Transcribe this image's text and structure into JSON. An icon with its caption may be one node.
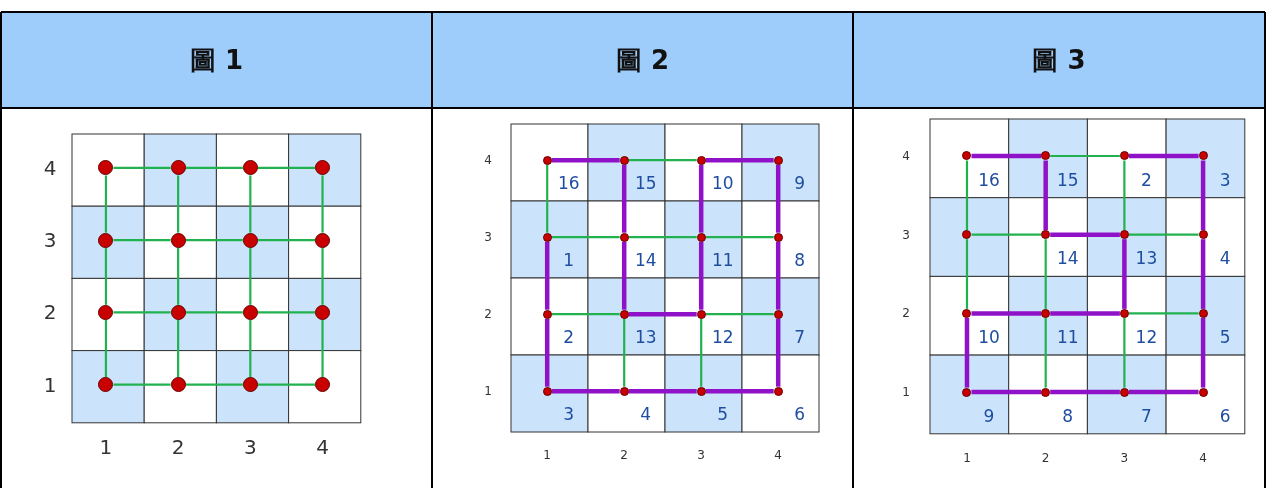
{
  "diagram": {
    "nodes": [
      {
        "text": [
          "圖 1"
        ]
      },
      {
        "text": [
          "圖 2"
        ]
      },
      {
        "text": [
          "圖 3"
        ]
      },
      {
        "text": [],
        "shape": "circle"
      },
      {
        "text": [],
        "shape": "circle"
      },
      {
        "text": [],
        "shape": "circle"
      },
      {
        "text": [],
        "shape": "circle"
      },
      {
        "text": [],
        "shape": "circle"
      },
      {
        "text": [],
        "shape": "circle"
      },
      {
        "text": [],
        "shape": "circle"
      },
      {
        "text": [],
        "shape": "circle"
      },
      {
        "text": [],
        "shape": "circle"
      },
      {
        "text": [],
        "shape": "circle"
      },
      {
        "text": [],
        "shape": "circle"
      },
      {
        "text": [],
        "shape": "circle"
      },
      {
        "text": [],
        "shape": "circle"
      },
      {
        "text": [],
        "shape": "circle"
      },
      {
        "text": [],
        "shape": "circle"
      },
      {
        "text": [],
        "shape": "circle"
      },
      {
        "text": [],
        "shape": "circle"
      },
      {
        "text": [],
        "shape": "circle"
      },
      {
        "text": [],
        "shape": "circle"
      },
      {
        "text": [],
        "shape": "circle"
      },
      {
        "text": [],
        "shape": "circle"
      },
      {
        "text": [],
        "shape": "circle"
      },
      {
        "text": [],
        "shape": "circle"
      },
      {
        "text": [],
        "shape": "circle"
      },
      {
        "text": [],
        "shape": "circle"
      },
      {
        "text": [],
        "shape": "circle"
      },
      {
        "text": [],
        "shape": "circle"
      },
      {
        "text": [],
        "shape": "circle"
      },
      {
        "text": [],
        "shape": "circle"
      },
      {
        "text": [],
        "shape": "circle"
      },
      {
        "text": [],
        "shape": "circle"
      },
      {
        "text": [],
        "shape": "circle"
      },
      {
        "text": [],
        "shape": "circle"
      },
      {
        "text": [],
        "shape": "circle"
      },
      {
        "text": [],
        "shape": "circle"
      },
      {
        "text": [],
        "shape": "circle"
      },
      {
        "text": [],
        "shape": "circle"
      },
      {
        "text": [],
        "shape": "circle"
      },
      {
        "text": [],
        "shape": "circle"
      },
      {
        "text": [],
        "shape": "circle"
      },
      {
        "text": [],
        "shape": "circle"
      },
      {
        "text": [],
        "shape": "circle"
      },
      {
        "text": [],
        "shape": "circle"
      },
      {
        "text": [],
        "shape": "circle"
      },
      {
        "text": [],
        "shape": "circle"
      },
      {
        "text": [],
        "shape": "circle"
      },
      {
        "text": [],
        "shape": "circle"
      },
      {
        "text": [],
        "shape": "circle"
      }
    ],
    "edges": [
      {
        "from": 3,
        "to": 4,
        "arrow": "none"
      },
      {
        "from": 4,
        "to": 5,
        "arrow": "none"
      },
      {
        "from": 5,
        "to": 6,
        "arrow": "none"
      },
      {
        "from": 7,
        "to": 8,
        "arrow": "none"
      },
      {
        "from": 8,
        "to": 9,
        "arrow": "none"
      },
      {
        "from": 9,
        "to": 10,
        "arrow": "none"
      },
      {
        "from": 11,
        "to": 12,
        "arrow": "none"
      },
      {
        "from": 12,
        "to": 13,
        "arrow": "none"
      },
      {
        "from": 13,
        "to": 14,
        "arrow": "none"
      },
      {
        "from": 15,
        "to": 16,
        "arrow": "none"
      },
      {
        "from": 16,
        "to": 17,
        "arrow": "none"
      },
      {
        "from": 17,
        "to": 18,
        "arrow": "none"
      },
      {
        "from": 3,
        "to": 7,
        "arrow": "none"
      },
      {
        "from": 4,
        "to": 8,
        "arrow": "none"
      },
      {
        "from": 5,
        "to": 9,
        "arrow": "none"
      },
      {
        "from": 6,
        "to": 10,
        "arrow": "none"
      },
      {
        "from": 7,
        "to": 11,
        "arrow": "none"
      },
      {
        "from": 8,
        "to": 12,
        "arrow": "none"
      },
      {
        "from": 9,
        "to": 13,
        "arrow": "none"
      },
      {
        "from": 10,
        "to": 14,
        "arrow": "none"
      },
      {
        "from": 11,
        "to": 15,
        "arrow": "none"
      },
      {
        "from": 12,
        "to": 16,
        "arrow": "none"
      },
      {
        "from": 13,
        "to": 17,
        "arrow": "none"
      },
      {
        "from": 14,
        "to": 18,
        "arrow": "none"
      },
      {
        "from": 20,
        "to": 21,
        "arrow": "none"
      },
      {
        "from": 23,
        "to": 24,
        "arrow": "none"
      },
      {
        "from": 24,
        "to": 25,
        "arrow": "none"
      },
      {
        "from": 25,
        "to": 26,
        "arrow": "none"
      },
      {
        "from": 27,
        "to": 28,
        "arrow": "none"
      },
      {
        "from": 29,
        "to": 30,
        "arrow": "none"
      },
      {
        "from": 28,
        "to": 32,
        "arrow": "none"
      },
      {
        "from": 29,
        "to": 33,
        "arrow": "none"
      },
      {
        "from": 19,
        "to": 23,
        "arrow": "none"
      },
      {
        "from": 19,
        "to": 20,
        "arrow": "none",
        "style": "thick",
        "color": "#9012c8"
      },
      {
        "from": 20,
        "to": 24,
        "arrow": "none",
        "style": "thick",
        "color": "#9012c8"
      },
      {
        "from": 24,
        "to": 28,
        "arrow": "none",
        "style": "thick",
        "color": "#9012c8"
      },
      {
        "from": 28,
        "to": 29,
        "arrow": "none",
        "style": "thick",
        "color": "#9012c8"
      },
      {
        "from": 29,
        "to": 25,
        "arrow": "none",
        "style": "thick",
        "color": "#9012c8"
      },
      {
        "from": 25,
        "to": 21,
        "arrow": "none",
        "style": "thick",
        "color": "#9012c8"
      },
      {
        "from": 21,
        "to": 22,
        "arrow": "none",
        "style": "thick",
        "color": "#9012c8"
      },
      {
        "from": 22,
        "to": 26,
        "arrow": "none",
        "style": "thick",
        "color": "#9012c8"
      },
      {
        "from": 26,
        "to": 30,
        "arrow": "none",
        "style": "thick",
        "color": "#9012c8"
      },
      {
        "from": 30,
        "to": 34,
        "arrow": "none",
        "style": "thick",
        "color": "#9012c8"
      },
      {
        "from": 34,
        "to": 33,
        "arrow": "none",
        "style": "thick",
        "color": "#9012c8"
      },
      {
        "from": 33,
        "to": 32,
        "arrow": "none",
        "style": "thick",
        "color": "#9012c8"
      },
      {
        "from": 32,
        "to": 31,
        "arrow": "none",
        "style": "thick",
        "color": "#9012c8"
      },
      {
        "from": 31,
        "to": 27,
        "arrow": "none",
        "style": "thick",
        "color": "#9012c8"
      },
      {
        "from": 27,
        "to": 23,
        "arrow": "none",
        "style": "thick",
        "color": "#9012c8"
      },
      {
        "from": 36,
        "to": 37,
        "arrow": "none"
      },
      {
        "from": 37,
        "to": 41,
        "arrow": "none"
      },
      {
        "from": 35,
        "to": 39,
        "arrow": "none"
      },
      {
        "from": 39,
        "to": 40,
        "arrow": "none"
      },
      {
        "from": 39,
        "to": 43,
        "arrow": "none"
      },
      {
        "from": 40,
        "to": 44,
        "arrow": "none"
      },
      {
        "from": 41,
        "to": 42,
        "arrow": "none"
      },
      {
        "from": 45,
        "to": 46,
        "arrow": "none"
      },
      {
        "from": 44,
        "to": 48,
        "arrow": "none"
      },
      {
        "from": 45,
        "to": 49,
        "arrow": "none"
      },
      {
        "from": 35,
        "to": 36,
        "arrow": "none",
        "style": "thick",
        "color": "#9012c8"
      },
      {
        "from": 36,
        "to": 40,
        "arrow": "none",
        "style": "thick",
        "color": "#9012c8"
      },
      {
        "from": 40,
        "to": 41,
        "arrow": "none",
        "style": "thick",
        "color": "#9012c8"
      },
      {
        "from": 41,
        "to": 45,
        "arrow": "none",
        "style": "thick",
        "color": "#9012c8"
      },
      {
        "from": 45,
        "to": 44,
        "arrow": "none",
        "style": "thick",
        "color": "#9012c8"
      },
      {
        "from": 44,
        "to": 43,
        "arrow": "none",
        "style": "thick",
        "color": "#9012c8"
      },
      {
        "from": 43,
        "to": 47,
        "arrow": "none",
        "style": "thick",
        "color": "#9012c8"
      },
      {
        "from": 47,
        "to": 48,
        "arrow": "none",
        "style": "thick",
        "color": "#9012c8"
      },
      {
        "from": 48,
        "to": 49,
        "arrow": "none",
        "style": "thick",
        "color": "#9012c8"
      },
      {
        "from": 49,
        "to": 50,
        "arrow": "none",
        "style": "thick",
        "color": "#9012c8"
      },
      {
        "from": 50,
        "to": 46,
        "arrow": "none",
        "style": "thick",
        "color": "#9012c8"
      },
      {
        "from": 46,
        "to": 42,
        "arrow": "none",
        "style": "thick",
        "color": "#9012c8"
      },
      {
        "from": 42,
        "to": 38,
        "arrow": "none",
        "style": "thick",
        "color": "#9012c8"
      },
      {
        "from": 38,
        "to": 37,
        "arrow": "none",
        "style": "thick",
        "color": "#9012c8"
      }
    ],
    "labels": [
      "4",
      "3",
      "2",
      "1",
      "1",
      "2",
      "3",
      "4",
      "4",
      "3",
      "2",
      "1",
      "16",
      "15",
      "10",
      "9",
      "1",
      "14",
      "11",
      "8",
      "2",
      "13",
      "12",
      "7",
      "3",
      "4",
      "5",
      "6",
      "1",
      "2",
      "3",
      "4",
      "4",
      "3",
      "2",
      "1",
      "16",
      "15",
      "2",
      "3",
      "14",
      "13",
      "4",
      "10",
      "11",
      "12",
      "5",
      "9",
      "8",
      "7",
      "6",
      "1",
      "2",
      "3",
      "4"
    ]
  }
}
